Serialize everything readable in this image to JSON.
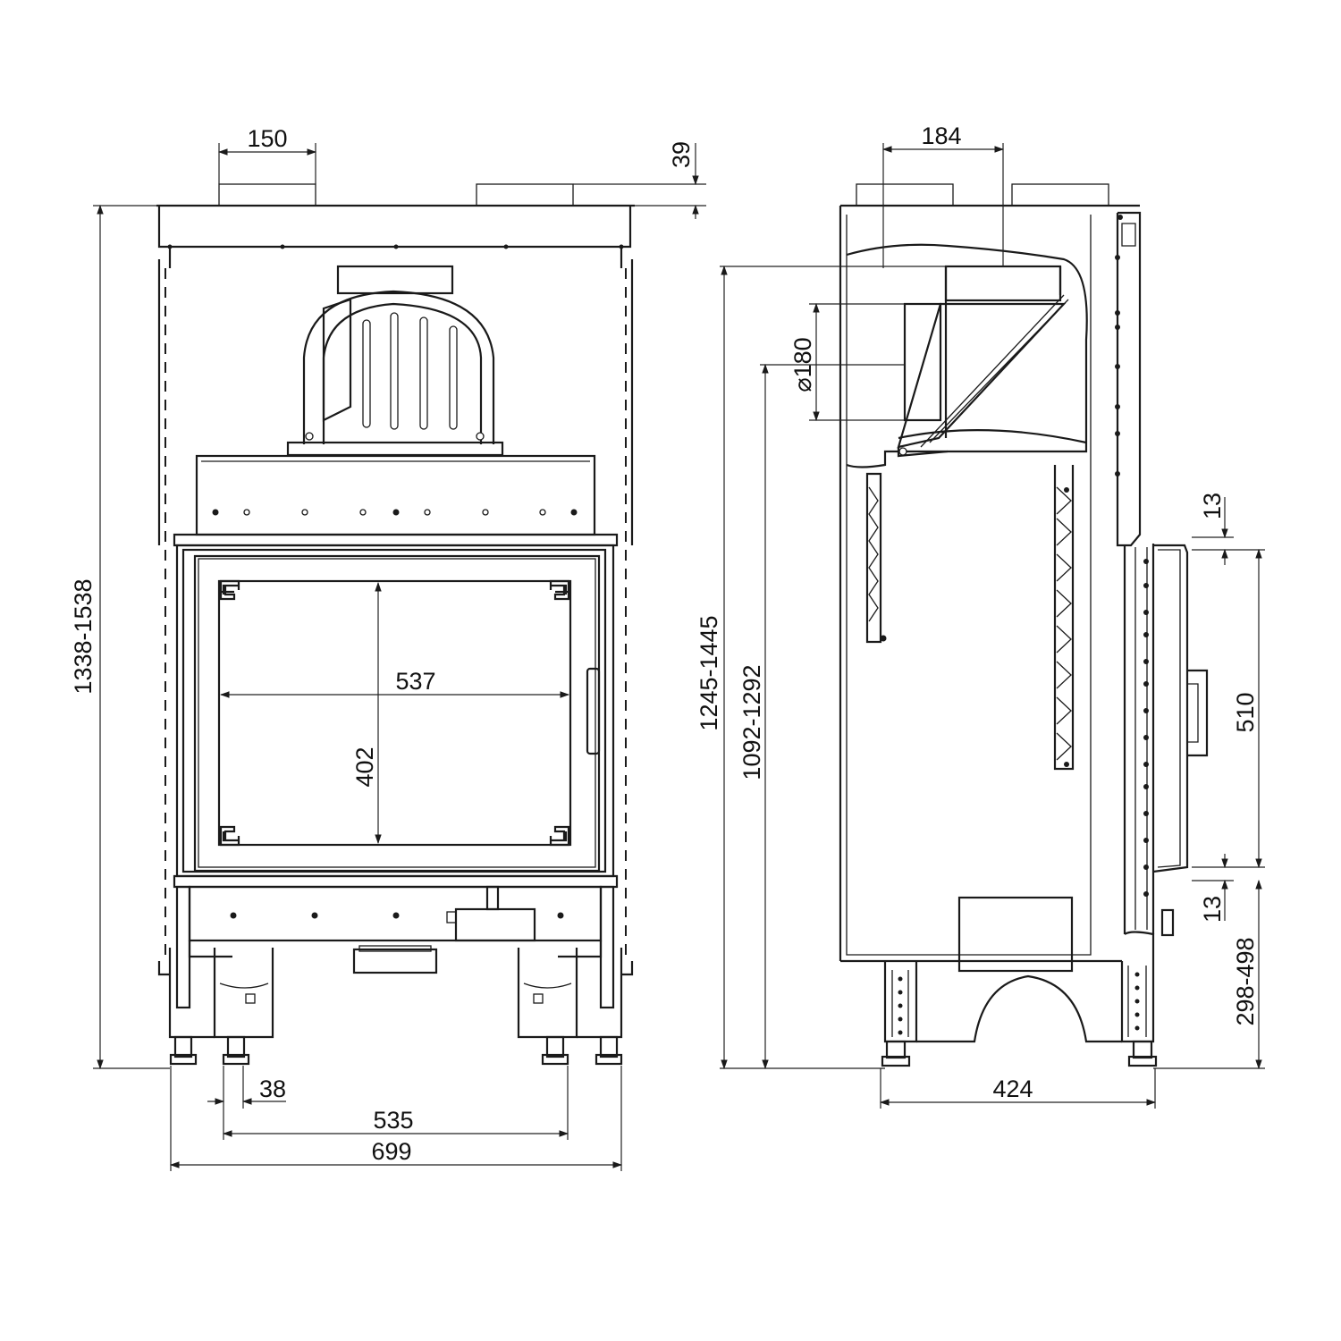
{
  "front_view": {
    "dims": {
      "outlet_width": "150",
      "outlet_height": "39",
      "overall_height": "1338-1538",
      "glass_width": "537",
      "glass_height": "402",
      "foot_size": "38",
      "foot_spacing": "535",
      "overall_width": "699"
    }
  },
  "side_view": {
    "dims": {
      "outlet_width": "184",
      "flue_diameter": "⌀180",
      "flue_height": "1245-1445",
      "flue_center_height": "1092-1292",
      "door_frame_top": "13",
      "door_height": "510",
      "door_frame_bottom": "13",
      "door_bottom_height": "298-498",
      "overall_depth": "424"
    }
  }
}
